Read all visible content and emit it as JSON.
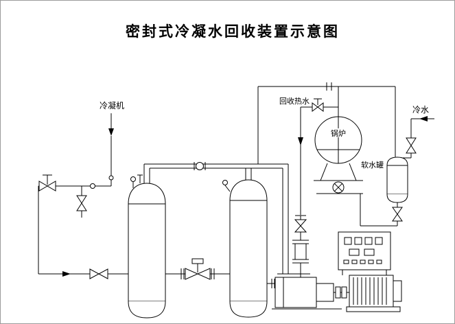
{
  "page": {
    "background": "#ffffff",
    "line_color": "#000000"
  },
  "diagram": {
    "title": "密封式冷凝水回收装置示意图",
    "labels": {
      "condenser": "冷凝机",
      "recovered_hot_water": "回收热水",
      "boiler": "锅炉",
      "cold_water": "冷水",
      "soft_water_tank": "软水罐"
    }
  }
}
